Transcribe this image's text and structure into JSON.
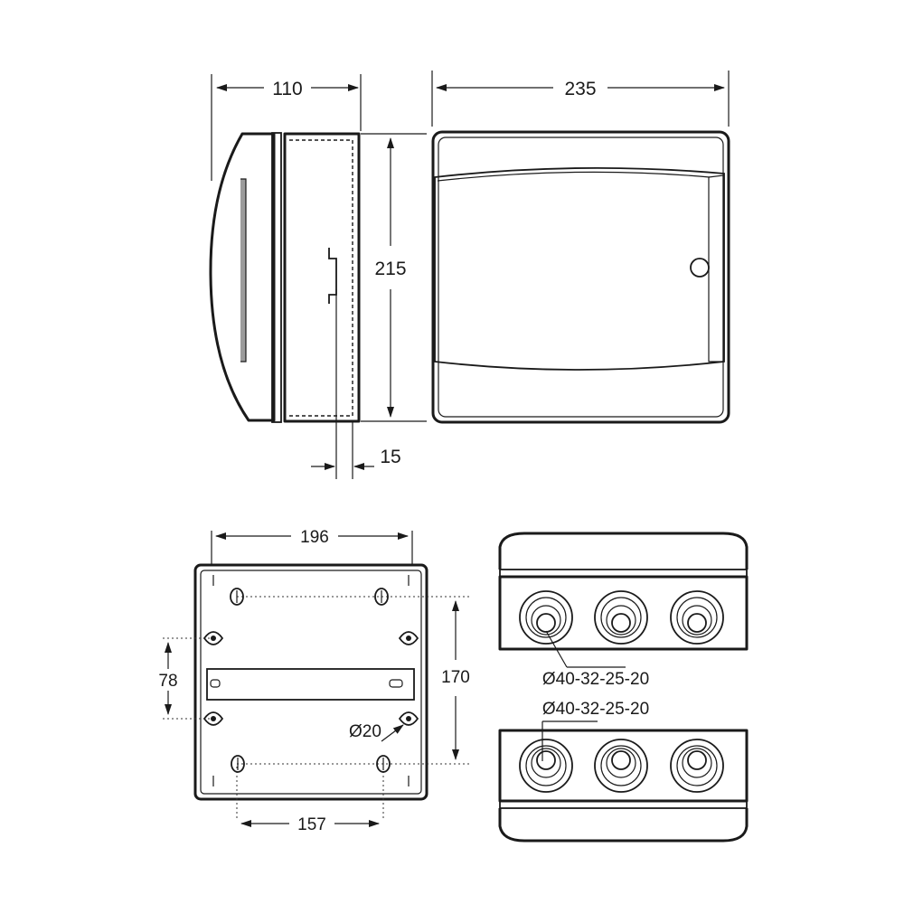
{
  "dimensions": {
    "depth": "110",
    "width": "235",
    "height": "215",
    "rail_offset": "15",
    "hole_spacing_horizontal_top": "196",
    "hole_spacing_vertical": "170",
    "rail_mount_spacing": "78",
    "mount_hole_diameter": "Ø20",
    "hole_spacing_horizontal_bottom": "157"
  },
  "knockouts": {
    "top_label": "Ø40-32-25-20",
    "bottom_label": "Ø40-32-25-20"
  },
  "colors": {
    "line": "#1a1a1a",
    "door_gradient_dark": "#8c8c8c",
    "door_gradient_light": "#ffffff",
    "rail_fill": "#9a9a9a"
  }
}
